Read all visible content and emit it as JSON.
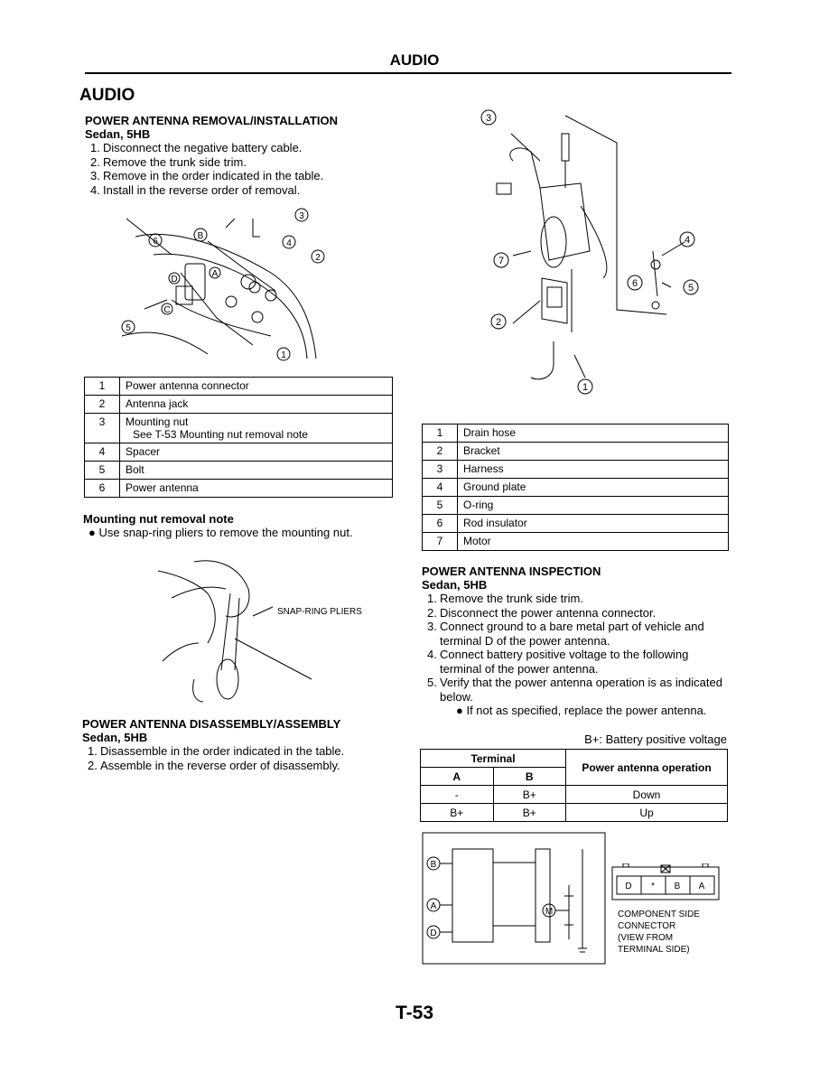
{
  "header": {
    "title": "AUDIO"
  },
  "section_title": "AUDIO",
  "removal": {
    "title": "POWER ANTENNA REMOVAL/INSTALLATION",
    "subtitle": "Sedan, 5HB",
    "steps": [
      {
        "n": "1.",
        "text": "Disconnect the negative battery cable."
      },
      {
        "n": "2.",
        "text": "Remove the trunk side trim."
      },
      {
        "n": "3.",
        "text": "Remove in the order indicated in the table."
      },
      {
        "n": "4.",
        "text": "Install in the reverse order of removal."
      }
    ],
    "figure_callouts": [
      "1",
      "2",
      "3",
      "4",
      "5",
      "6",
      "A",
      "B",
      "C",
      "D"
    ],
    "parts": [
      {
        "num": "1",
        "name": "Power antenna connector"
      },
      {
        "num": "2",
        "name": "Antenna jack"
      },
      {
        "num": "3",
        "name": "Mounting nut",
        "note": "See  T-53 Mounting nut removal note"
      },
      {
        "num": "4",
        "name": "Spacer"
      },
      {
        "num": "5",
        "name": "Bolt"
      },
      {
        "num": "6",
        "name": "Power antenna"
      }
    ]
  },
  "mounting_note": {
    "title": "Mounting nut removal note",
    "bullet": "Use snap-ring pliers to remove the mounting nut.",
    "figure_label": "SNAP-RING PLIERS"
  },
  "disassembly": {
    "title": "POWER ANTENNA DISASSEMBLY/ASSEMBLY",
    "subtitle": "Sedan, 5HB",
    "steps": [
      {
        "n": "1.",
        "text": "Disassemble in the order indicated in the table."
      },
      {
        "n": "2.",
        "text": "Assemble in the reverse order of disassembly."
      }
    ],
    "parts": [
      {
        "num": "1",
        "name": "Drain hose"
      },
      {
        "num": "2",
        "name": "Bracket"
      },
      {
        "num": "3",
        "name": "Harness"
      },
      {
        "num": "4",
        "name": "Ground plate"
      },
      {
        "num": "5",
        "name": "O-ring"
      },
      {
        "num": "6",
        "name": "Rod insulator"
      },
      {
        "num": "7",
        "name": "Motor"
      }
    ]
  },
  "inspection": {
    "title": "POWER ANTENNA INSPECTION",
    "subtitle": "Sedan, 5HB",
    "steps": [
      {
        "n": "1.",
        "text": "Remove the trunk side trim."
      },
      {
        "n": "2.",
        "text": "Disconnect the power antenna connector."
      },
      {
        "n": "3.",
        "text": "Connect ground to a bare metal part of vehicle and terminal D of the power antenna."
      },
      {
        "n": "4.",
        "text": "Connect battery positive voltage to the following terminal of the power antenna."
      },
      {
        "n": "5.",
        "text": "Verify that the power antenna operation is as indicated below."
      }
    ],
    "bullet": "If not as specified, replace the power antenna.",
    "legend": "B+: Battery positive voltage",
    "table": {
      "h_terminal": "Terminal",
      "h_a": "A",
      "h_b": "B",
      "h_op": "Power antenna operation",
      "rows": [
        {
          "a": "-",
          "b": "B+",
          "op": "Down"
        },
        {
          "a": "B+",
          "b": "B+",
          "op": "Up"
        }
      ]
    },
    "connector": {
      "pins": [
        "D",
        "*",
        "B",
        "A"
      ],
      "caption": [
        "COMPONENT SIDE",
        "CONNECTOR",
        "(VIEW FROM",
        "TERMINAL SIDE)"
      ],
      "terminals": [
        "B",
        "A",
        "D"
      ],
      "motor": "M"
    }
  },
  "page_number": "T-53"
}
